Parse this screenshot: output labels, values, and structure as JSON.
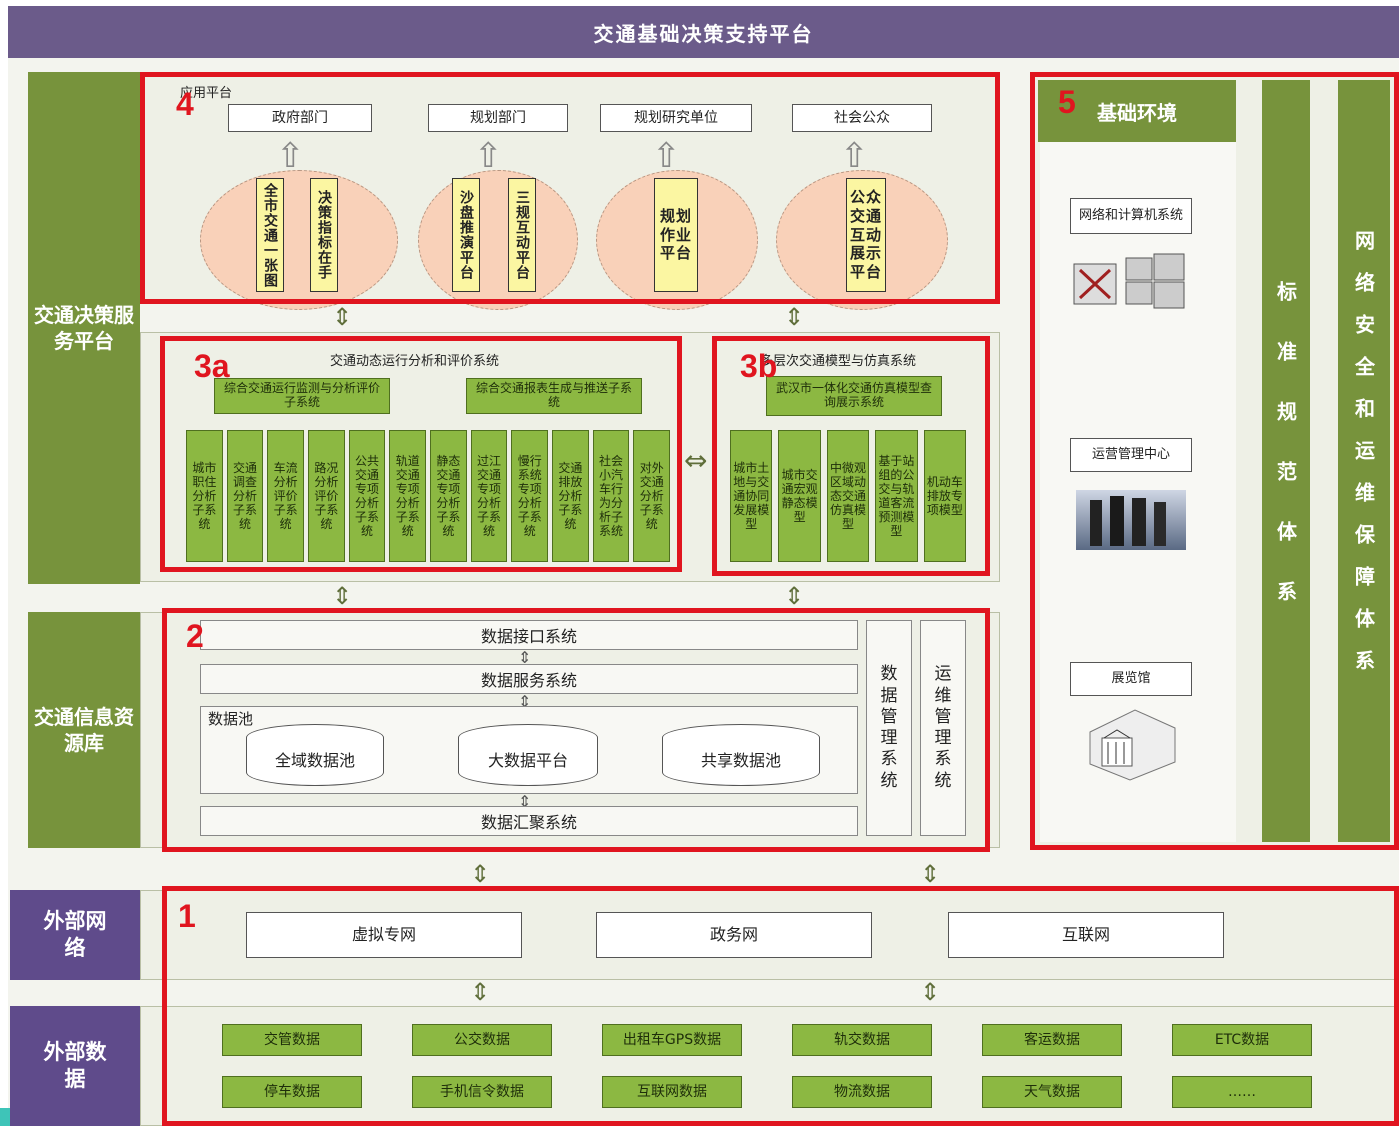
{
  "title": "交通基础决策支持平台",
  "left_labels": {
    "service_platform": "交通决策服务平台",
    "info_resource": "交通信息资源库",
    "ext_network": "外部网络",
    "ext_data": "外部数据"
  },
  "numbers": {
    "n1": "1",
    "n2": "2",
    "n3a": "3a",
    "n3b": "3b",
    "n4": "4",
    "n5": "5"
  },
  "app_platform": {
    "label": "应用平台",
    "groups": [
      {
        "header": "政府部门",
        "items": [
          "全市交通一张图",
          "决策指标在手"
        ]
      },
      {
        "header": "规划部门",
        "items": [
          "沙盘推演平台",
          "三规互动平台"
        ]
      },
      {
        "header": "规划研究单位",
        "items": [
          "规划作业平台"
        ]
      },
      {
        "header": "社会公众",
        "items": [
          "公众交通互动展示平台"
        ]
      }
    ]
  },
  "sec3a": {
    "title": "交通动态运行分析和评价系统",
    "sub1": "综合交通运行监测与分析评价子系统",
    "sub2": "综合交通报表生成与推送子系统",
    "cols": [
      "城市职住分析子系统",
      "交通调查分析子系统",
      "车流分析评价子系统",
      "路况分析评价子系统",
      "公共交通专项分析子系统",
      "轨道交通专项分析子系统",
      "静态交通专项分析子系统",
      "过江交通专项分析子系统",
      "慢行系统专项分析子系统",
      "交通排放分析子系统",
      "社会小汽车行为分析子系统",
      "对外交通分析子系统"
    ]
  },
  "sec3b": {
    "title": "多层次交通模型与仿真系统",
    "sub": "武汉市一体化交通仿真模型查询展示系统",
    "cols": [
      "城市土地与交通协同发展模型",
      "城市交通宏观静态模型",
      "中微观区域动态交通仿真模型",
      "基于站组的公交与轨道客流预测模型",
      "机动车排放专项模型"
    ]
  },
  "sec2": {
    "interface": "数据接口系统",
    "service": "数据服务系统",
    "pool_label": "数据池",
    "pools": [
      "全域数据池",
      "大数据平台",
      "共享数据池"
    ],
    "gather": "数据汇聚系统",
    "mgmt": "数据管理系统",
    "ops": "运维管理系统"
  },
  "sec5": {
    "title": "基础环境",
    "items": [
      "网络和计算机系统",
      "运营管理中心",
      "展览馆"
    ],
    "icons": [
      "server-icon",
      "datacenter-icon",
      "building-icon"
    ],
    "std": "标准规范体系",
    "security": "网络安全和运维保障体系"
  },
  "sec1": {
    "networks": [
      "虚拟专网",
      "政务网",
      "互联网"
    ],
    "data_row1": [
      "交管数据",
      "公交数据",
      "出租车GPS数据",
      "轨交数据",
      "客运数据",
      "ETC数据"
    ],
    "data_row2": [
      "停车数据",
      "手机信令数据",
      "互联网数据",
      "物流数据",
      "天气数据",
      "……"
    ]
  }
}
